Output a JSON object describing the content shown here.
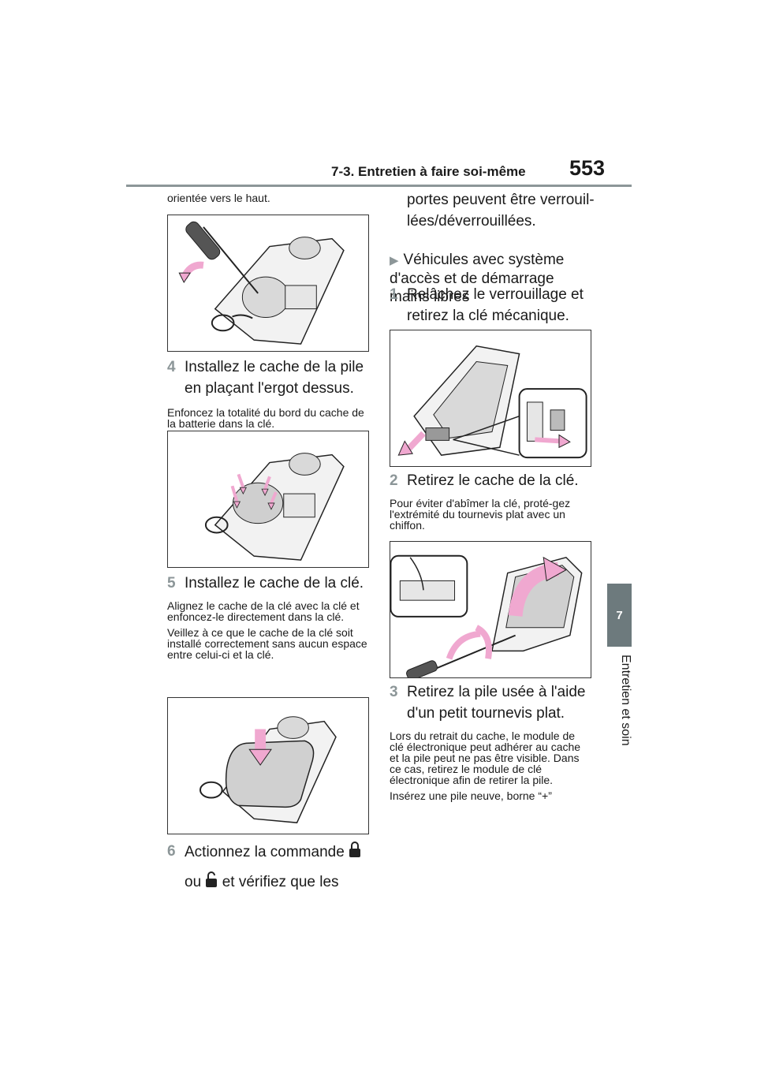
{
  "header": {
    "title": "7-3. Entretien à faire soi-même",
    "page_number": "553"
  },
  "side_tab": {
    "number": "7",
    "label": "Entretien et soin"
  },
  "left_column": {
    "intro": "orientée vers le haut.",
    "step4": {
      "num": "4",
      "text": "Installez le cache de la pile en plaçant l'ergot dessus.",
      "note": "Enfoncez la totalité du bord du cache de la batterie dans la clé."
    },
    "step5": {
      "num": "5",
      "text": "Installez le cache de la clé.",
      "note1": "Alignez le cache de la clé avec la clé et enfoncez-le directement dans la clé.",
      "note2": "Veillez à ce que le cache de la clé soit installé correctement sans aucun espace entre celui-ci et la clé."
    },
    "step6": {
      "num": "6",
      "text_a": "Actionnez la commande",
      "text_b": "ou",
      "text_c": "et vérifiez que les"
    }
  },
  "right_column": {
    "continuation": "portes peuvent être verrouil-lées/déverrouillées.",
    "bullet": "Véhicules avec système d'accès et de démarrage mains libres",
    "step1": {
      "num": "1",
      "text": "Relâchez le verrouillage et retirez la clé mécanique."
    },
    "step2": {
      "num": "2",
      "text": "Retirez le cache de la clé.",
      "note": "Pour éviter d'abîmer la clé, proté-gez l'extrémité du tournevis plat avec un chiffon."
    },
    "step3": {
      "num": "3",
      "text": "Retirez la pile usée à l'aide d'un petit tournevis plat.",
      "note1": "Lors du retrait du cache, le module de clé électronique peut adhérer au cache et la pile peut ne pas être visible. Dans ce cas, retirez le module de clé électronique afin de retirer la pile.",
      "note2": "Insérez une pile neuve, borne “+”"
    }
  },
  "colors": {
    "accent_gray": "#8c9698",
    "arrow_pink": "#f0a8d0",
    "key_gray": "#d9d9d9"
  }
}
